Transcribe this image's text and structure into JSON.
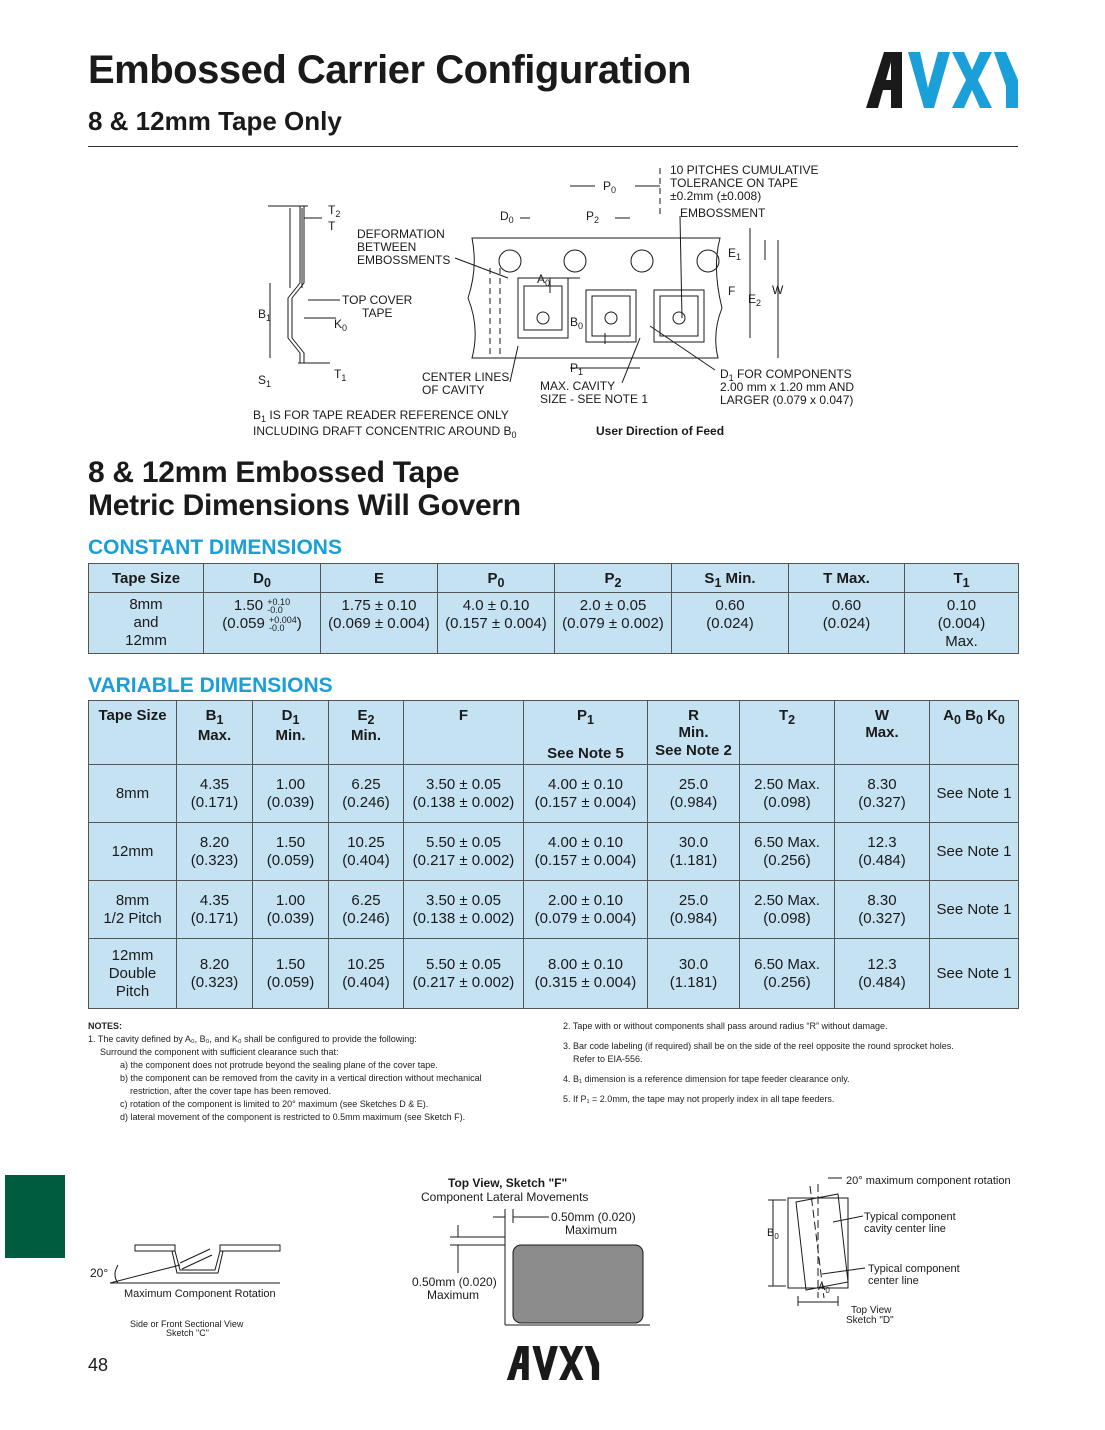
{
  "header": {
    "title": "Embossed Carrier Configuration",
    "subtitle": "8 & 12mm Tape Only",
    "logo_text": "AVX",
    "brand_color": "#1a9fd9"
  },
  "diagram": {
    "labels": {
      "t2": "T",
      "t2_sub": "2",
      "t": "T",
      "b1": "B",
      "b1_sub": "1",
      "k0": "K",
      "k0_sub": "0",
      "s1": "S",
      "s1_sub": "1",
      "t1": "T",
      "t1_sub": "1",
      "top_cover_1": "TOP COVER",
      "top_cover_2": "TAPE",
      "deform_1": "DEFORMATION",
      "deform_2": "BETWEEN",
      "deform_3": "EMBOSSMENTS",
      "d0": "D",
      "d0_sub": "0",
      "p0": "P",
      "p0_sub": "0",
      "p2": "P",
      "p2_sub": "2",
      "pitches_1": "10 PITCHES CUMULATIVE",
      "pitches_2": "TOLERANCE ON TAPE",
      "pitches_3": "±0.2mm (±0.008)",
      "embossment": "EMBOSSMENT",
      "a0": "A",
      "a0_sub": "0",
      "b0": "B",
      "b0_sub": "0",
      "e1": "E",
      "e1_sub": "1",
      "f": "F",
      "e2": "E",
      "e2_sub": "2",
      "w": "W",
      "p1": "P",
      "p1_sub": "1",
      "center_1": "CENTER LINES",
      "center_2": "OF CAVITY",
      "maxcav_1": "MAX. CAVITY",
      "maxcav_2": "SIZE - SEE NOTE 1",
      "d1_1": "D",
      "d1_sub": "1",
      "d1_1b": " FOR COMPONENTS",
      "d1_2": "2.00 mm x 1.20 mm AND",
      "d1_3": "LARGER (0.079 x 0.047)",
      "b1note_1": "B",
      "b1note_sub": "1",
      "b1note_1b": " IS FOR TAPE READER REFERENCE ONLY",
      "b1note_2": "INCLUDING DRAFT CONCENTRIC AROUND B",
      "b1note_2sub": "0",
      "feed": "User Direction of Feed"
    }
  },
  "section": {
    "h1": "8 & 12mm Embossed Tape",
    "h2": "Metric Dimensions Will Govern"
  },
  "constant": {
    "heading": "CONSTANT DIMENSIONS",
    "headers": [
      {
        "main": "Tape Size",
        "sub": ""
      },
      {
        "main": "D",
        "sub": "0"
      },
      {
        "main": "E",
        "sub": ""
      },
      {
        "main": "P",
        "sub": "0"
      },
      {
        "main": "P",
        "sub": "2"
      },
      {
        "main": "S",
        "sub": "1",
        "suffix": " Min."
      },
      {
        "main": "T Max.",
        "sub": ""
      },
      {
        "main": "T",
        "sub": "1"
      }
    ],
    "row": {
      "tape_1": "8mm",
      "tape_2": "and",
      "tape_3": "12mm",
      "d0_val": "1.50",
      "d0_tol_plus": "+0.10",
      "d0_tol_minus": "-0.0",
      "d0_in_open": "(0.059",
      "d0_in_tol_plus": "+0.004",
      "d0_in_tol_minus": "-0.0",
      "d0_in_close": ")",
      "e_1": "1.75 ± 0.10",
      "e_2": "(0.069 ± 0.004)",
      "p0_1": "4.0 ± 0.10",
      "p0_2": "(0.157 ± 0.004)",
      "p2_1": "2.0 ± 0.05",
      "p2_2": "(0.079 ± 0.002)",
      "s1_1": "0.60",
      "s1_2": "(0.024)",
      "t_1": "0.60",
      "t_2": "(0.024)",
      "t1_1": "0.10",
      "t1_2": "(0.004)",
      "t1_3": "Max."
    }
  },
  "variable": {
    "heading": "VARIABLE DIMENSIONS",
    "headers": {
      "tape": "Tape Size",
      "b1": "B",
      "b1_sub": "1",
      "b1_2": "Max.",
      "d1": "D",
      "d1_sub": "1",
      "d1_2": "Min.",
      "e2": "E",
      "e2_sub": "2",
      "e2_2": "Min.",
      "f": "F",
      "p1": "P",
      "p1_sub": "1",
      "p1_2": "See Note 5",
      "r": "R",
      "r_2": "Min.",
      "r_3": "See Note 2",
      "t2": "T",
      "t2_sub": "2",
      "w": "W",
      "w_2": "Max.",
      "abk_a": "A",
      "abk_a_sub": "0",
      "abk_b": " B",
      "abk_b_sub": "0",
      "abk_k": " K",
      "abk_k_sub": "0"
    },
    "rows": [
      {
        "tape": [
          "8mm"
        ],
        "b1": [
          "4.35",
          "(0.171)"
        ],
        "d1": [
          "1.00",
          "(0.039)"
        ],
        "e2": [
          "6.25",
          "(0.246)"
        ],
        "f": [
          "3.50 ± 0.05",
          "(0.138 ± 0.002)"
        ],
        "p1": [
          "4.00 ± 0.10",
          "(0.157 ± 0.004)"
        ],
        "r": [
          "25.0",
          "(0.984)"
        ],
        "t2": [
          "2.50 Max.",
          "(0.098)"
        ],
        "w": [
          "8.30",
          "(0.327)"
        ],
        "abk": "See Note 1"
      },
      {
        "tape": [
          "12mm"
        ],
        "b1": [
          "8.20",
          "(0.323)"
        ],
        "d1": [
          "1.50",
          "(0.059)"
        ],
        "e2": [
          "10.25",
          "(0.404)"
        ],
        "f": [
          "5.50 ± 0.05",
          "(0.217 ± 0.002)"
        ],
        "p1": [
          "4.00 ± 0.10",
          "(0.157 ± 0.004)"
        ],
        "r": [
          "30.0",
          "(1.181)"
        ],
        "t2": [
          "6.50 Max.",
          "(0.256)"
        ],
        "w": [
          "12.3",
          "(0.484)"
        ],
        "abk": "See Note 1"
      },
      {
        "tape": [
          "8mm",
          "1/2 Pitch"
        ],
        "b1": [
          "4.35",
          "(0.171)"
        ],
        "d1": [
          "1.00",
          "(0.039)"
        ],
        "e2": [
          "6.25",
          "(0.246)"
        ],
        "f": [
          "3.50 ± 0.05",
          "(0.138 ± 0.002)"
        ],
        "p1": [
          "2.00 ± 0.10",
          "(0.079 ± 0.004)"
        ],
        "r": [
          "25.0",
          "(0.984)"
        ],
        "t2": [
          "2.50 Max.",
          "(0.098)"
        ],
        "w": [
          "8.30",
          "(0.327)"
        ],
        "abk": "See Note 1"
      },
      {
        "tape": [
          "12mm",
          "Double",
          "Pitch"
        ],
        "b1": [
          "8.20",
          "(0.323)"
        ],
        "d1": [
          "1.50",
          "(0.059)"
        ],
        "e2": [
          "10.25",
          "(0.404)"
        ],
        "f": [
          "5.50 ± 0.05",
          "(0.217 ± 0.002)"
        ],
        "p1": [
          "8.00 ± 0.10",
          "(0.315 ± 0.004)"
        ],
        "r": [
          "30.0",
          "(1.181)"
        ],
        "t2": [
          "6.50 Max.",
          "(0.256)"
        ],
        "w": [
          "12.3",
          "(0.484)"
        ],
        "abk": "See Note 1"
      }
    ]
  },
  "notes": {
    "title": "NOTES:",
    "n1": "1. The cavity defined by A₀, B₀, and K₀ shall be configured to provide the following:",
    "n1_sub": "Surround the component with sufficient clearance such that:",
    "n1a": "a) the component does not protrude beyond the sealing plane of the cover tape.",
    "n1b_1": "b) the component can be removed from the cavity in a vertical direction without mechanical",
    "n1b_2": "restriction, after the cover tape has been removed.",
    "n1c": "c) rotation of the component is limited to 20° maximum (see Sketches D & E).",
    "n1d": "d) lateral movement of the component is restricted to 0.5mm maximum (see Sketch F).",
    "n2": "2. Tape with or without components shall pass around radius “R” without damage.",
    "n3_1": "3. Bar code labeling (if required) shall be on the side of the reel opposite the round sprocket holes.",
    "n3_2": "Refer to EIA-556.",
    "n4": "4. B₁ dimension is a reference dimension for tape feeder clearance only.",
    "n5": "5. If P₁ = 2.0mm, the tape may not properly index in all tape feeders."
  },
  "sketch_c": {
    "angle": "20°",
    "label": "Maximum Component Rotation",
    "caption_1": "Side or Front Sectional View",
    "caption_2": "Sketch \"C\""
  },
  "sketch_f": {
    "title": "Top View, Sketch \"F\"",
    "subtitle": "Component Lateral Movements",
    "right_1": "0.50mm (0.020)",
    "right_2": "Maximum",
    "left_1": "0.50mm (0.020)",
    "left_2": "Maximum"
  },
  "sketch_d": {
    "rotation": "20° maximum component rotation",
    "cavity_1": "Typical component",
    "cavity_2": "cavity center line",
    "comp_1": "Typical component",
    "comp_2": "center line",
    "b0": "B",
    "b0_sub": "0",
    "a0": "A",
    "a0_sub": "0",
    "caption_1": "Top View",
    "caption_2": "Sketch \"D\""
  },
  "footer": {
    "page": "48",
    "logo_text": "AVX",
    "tab_color": "#005c3e"
  }
}
